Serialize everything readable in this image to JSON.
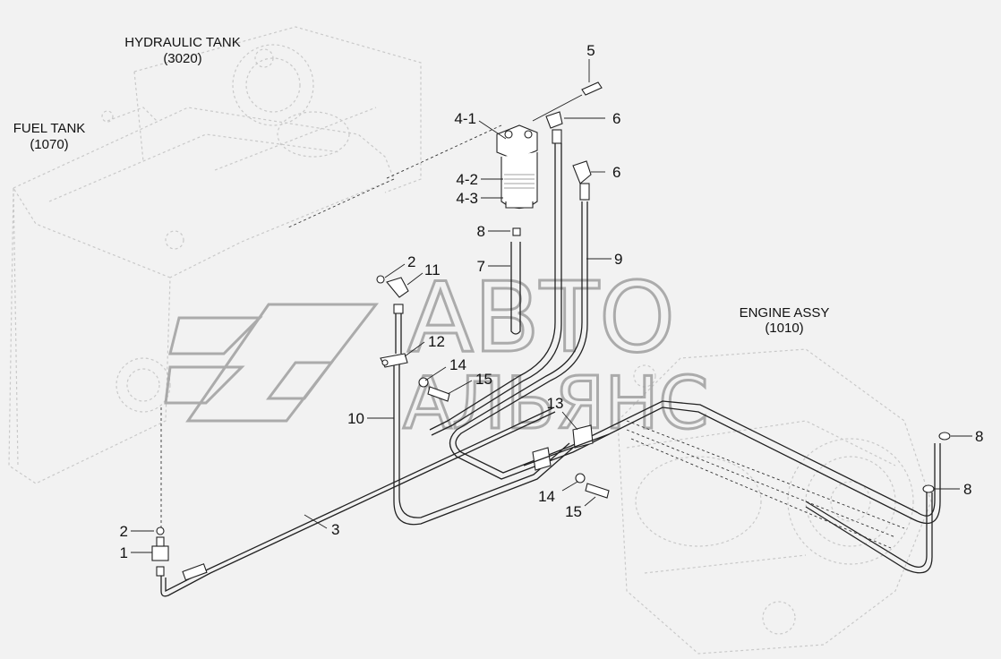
{
  "components": {
    "hydraulic_tank": {
      "name": "HYDRAULIC TANK",
      "code": "(3020)"
    },
    "fuel_tank": {
      "name": "FUEL TANK",
      "code": "(1070)"
    },
    "engine_assy": {
      "name": "ENGINE ASSY",
      "code": "(1010)"
    }
  },
  "callouts": {
    "c5": "5",
    "c6a": "6",
    "c6b": "6",
    "c41": "4-1",
    "c42": "4-2",
    "c43": "4-3",
    "c8a": "8",
    "c7": "7",
    "c9": "9",
    "c2a": "2",
    "c11": "11",
    "c12": "12",
    "c14a": "14",
    "c15a": "15",
    "c10": "10",
    "c13": "13",
    "c14b": "14",
    "c15b": "15",
    "c3": "3",
    "c2b": "2",
    "c1": "1",
    "c8b": "8",
    "c8c": "8"
  },
  "watermark": {
    "line1": "АВТО",
    "line2": "АЛЬЯНС"
  }
}
